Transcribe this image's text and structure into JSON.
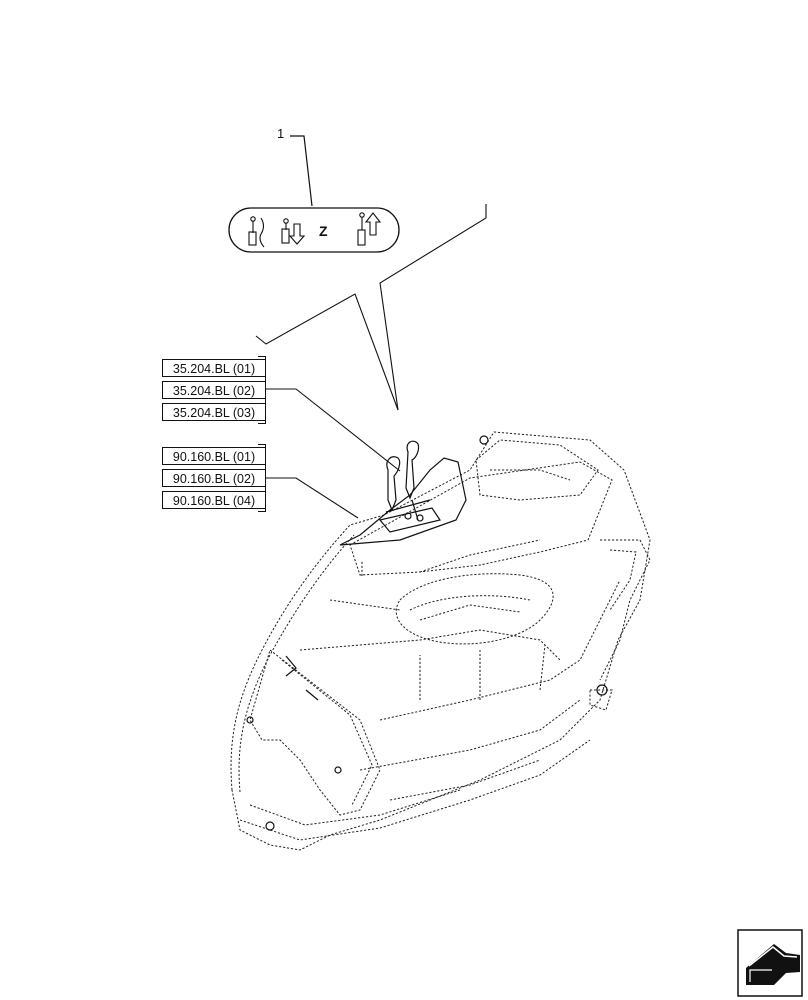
{
  "callout": {
    "number": "1"
  },
  "decal": {
    "letter": "Z"
  },
  "references_group_1": [
    "35.204.BL (01)",
    "35.204.BL (02)",
    "35.204.BL (03)"
  ],
  "references_group_2": [
    "90.160.BL (01)",
    "90.160.BL (02)",
    "90.160.BL (04)"
  ],
  "icons": [
    "joystick-icon",
    "lower-arrow-icon",
    "raise-arrow-icon",
    "navigation-arrow-icon"
  ]
}
